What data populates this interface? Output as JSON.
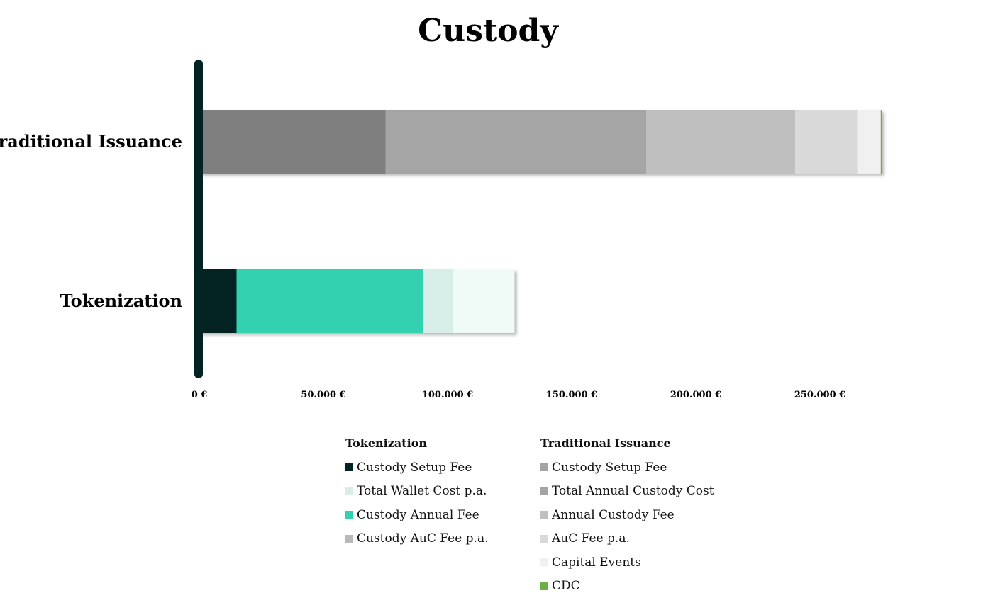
{
  "chart_data": {
    "type": "bar",
    "orientation": "horizontal",
    "stacked": true,
    "title": "Custody",
    "categories": [
      "Traditional Issuance",
      "Tokenization"
    ],
    "xlim": [
      0,
      300000
    ],
    "xticks": [
      0,
      50000,
      100000,
      150000,
      200000,
      250000
    ],
    "xtick_labels": [
      "0 €",
      "50.000 €",
      "100.000 €",
      "150.000 €",
      "200.000 €",
      "250.000 €"
    ],
    "grid": false,
    "legend_position": "bottom",
    "stacks": [
      {
        "category": "Traditional Issuance",
        "legend_title": "Traditional Issuance",
        "series": [
          {
            "name": "Custody Setup Fee",
            "value": 75000,
            "color": "#7f7f7f",
            "legend_color": "#a5a5a5"
          },
          {
            "name": "Total Annual Custody Cost",
            "value": 105000,
            "color": "#a5a5a5",
            "legend_color": "#a5a5a5"
          },
          {
            "name": "Annual Custody Fee",
            "value": 60000,
            "color": "#bfbfbf",
            "legend_color": "#bfbfbf"
          },
          {
            "name": "AuC Fee p.a.",
            "value": 25000,
            "color": "#d9d9d9",
            "legend_color": "#d9d9d9"
          },
          {
            "name": "Capital Events",
            "value": 9500,
            "color": "#f0f0f0",
            "legend_color": "#f0f0f0"
          },
          {
            "name": "CDC",
            "value": 500,
            "color": "#70ad47",
            "legend_color": "#70ad47"
          }
        ]
      },
      {
        "category": "Tokenization",
        "legend_title": "Tokenization",
        "series": [
          {
            "name": "Custody Setup Fee",
            "value": 15000,
            "color": "#032323",
            "legend_color": "#032323"
          },
          {
            "name": "Custody Annual Fee",
            "value": 75000,
            "color": "#33d1b0",
            "legend_color": "#33d1b0"
          },
          {
            "name": "Total Wallet Cost p.a.",
            "value": 12000,
            "color": "#d6eee7",
            "legend_color": "#d6eee7"
          },
          {
            "name": "Custody AuC Fee p.a.",
            "value": 25000,
            "color": "#f0fbf8",
            "legend_color": "#b9b9b9"
          }
        ]
      }
    ]
  },
  "axis_color": "#032323",
  "legend": {
    "tokenization": {
      "title": "Tokenization",
      "items": [
        {
          "label": "Custody Setup Fee",
          "color": "#032323"
        },
        {
          "label": "Total Wallet Cost p.a.",
          "color": "#d6eee7"
        },
        {
          "label": "Custody Annual Fee",
          "color": "#33d1b0"
        },
        {
          "label": "Custody AuC Fee p.a.",
          "color": "#b9b9b9"
        }
      ]
    },
    "traditional": {
      "title": "Traditional Issuance",
      "items": [
        {
          "label": "Custody Setup Fee",
          "color": "#a5a5a5"
        },
        {
          "label": "Total Annual Custody Cost",
          "color": "#a5a5a5"
        },
        {
          "label": "Annual Custody Fee",
          "color": "#bfbfbf"
        },
        {
          "label": "AuC Fee p.a.",
          "color": "#d9d9d9"
        },
        {
          "label": "Capital Events",
          "color": "#f0f0f0"
        },
        {
          "label": "CDC",
          "color": "#70ad47"
        }
      ]
    }
  }
}
